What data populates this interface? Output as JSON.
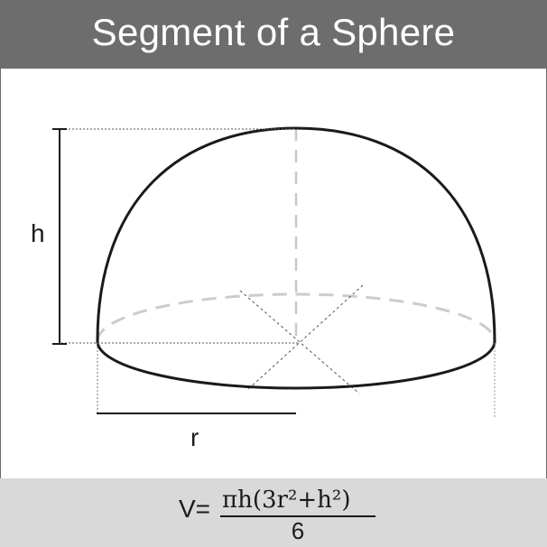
{
  "title": "Segment of a Sphere",
  "labels": {
    "height": "h",
    "radius": "r"
  },
  "formula": {
    "lhs": "V=",
    "numerator": "πh(3r²+h²)",
    "denominator": "6"
  },
  "colors": {
    "title_bar": "#6d6d6d",
    "formula_bar": "#d9d9d9",
    "outline": "#1a1a1a",
    "dashed_back": "#cccccc"
  }
}
